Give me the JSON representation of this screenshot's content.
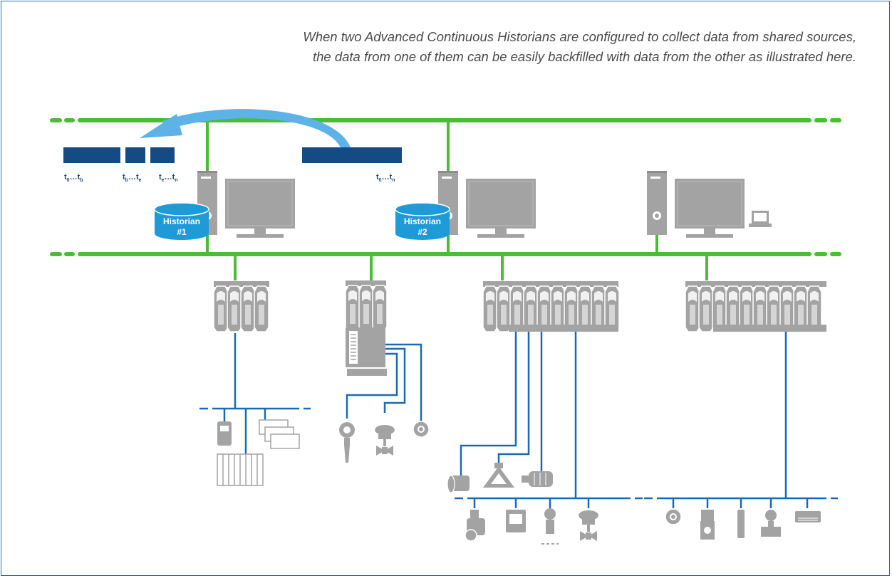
{
  "caption": {
    "line1": "When two Advanced Continuous Historians are configured to collect data from shared sources,",
    "line2": "the data from one of them can be easily backfilled with data from the other as illustrated here."
  },
  "historian1": {
    "line1": "Historian",
    "line2": "#1"
  },
  "historian2": {
    "line1": "Historian",
    "line2": "#2"
  },
  "segments": [
    {
      "label": "t₀…t_b",
      "base1": "t",
      "sub1": "0",
      "mid": "…",
      "base2": "t",
      "sub2": "b"
    },
    {
      "label": "t_b…t_e",
      "base1": "t",
      "sub1": "b",
      "mid": "…",
      "base2": "t",
      "sub2": "e"
    },
    {
      "label": "t_e…t_n",
      "base1": "t",
      "sub1": "e",
      "mid": "…",
      "base2": "t",
      "sub2": "n"
    },
    {
      "label": "t₀…t_n",
      "base1": "t",
      "sub1": "0",
      "mid": "…",
      "base2": "t",
      "sub2": "n"
    }
  ],
  "colors": {
    "network_green": "#4dba3a",
    "fieldbus_blue": "#1a6ab3",
    "data_blue": "#154b85",
    "arrow_blue": "#5db3e8",
    "device_gray": "#a3a3a3",
    "cylinder_blue": "#1e9ad6"
  }
}
